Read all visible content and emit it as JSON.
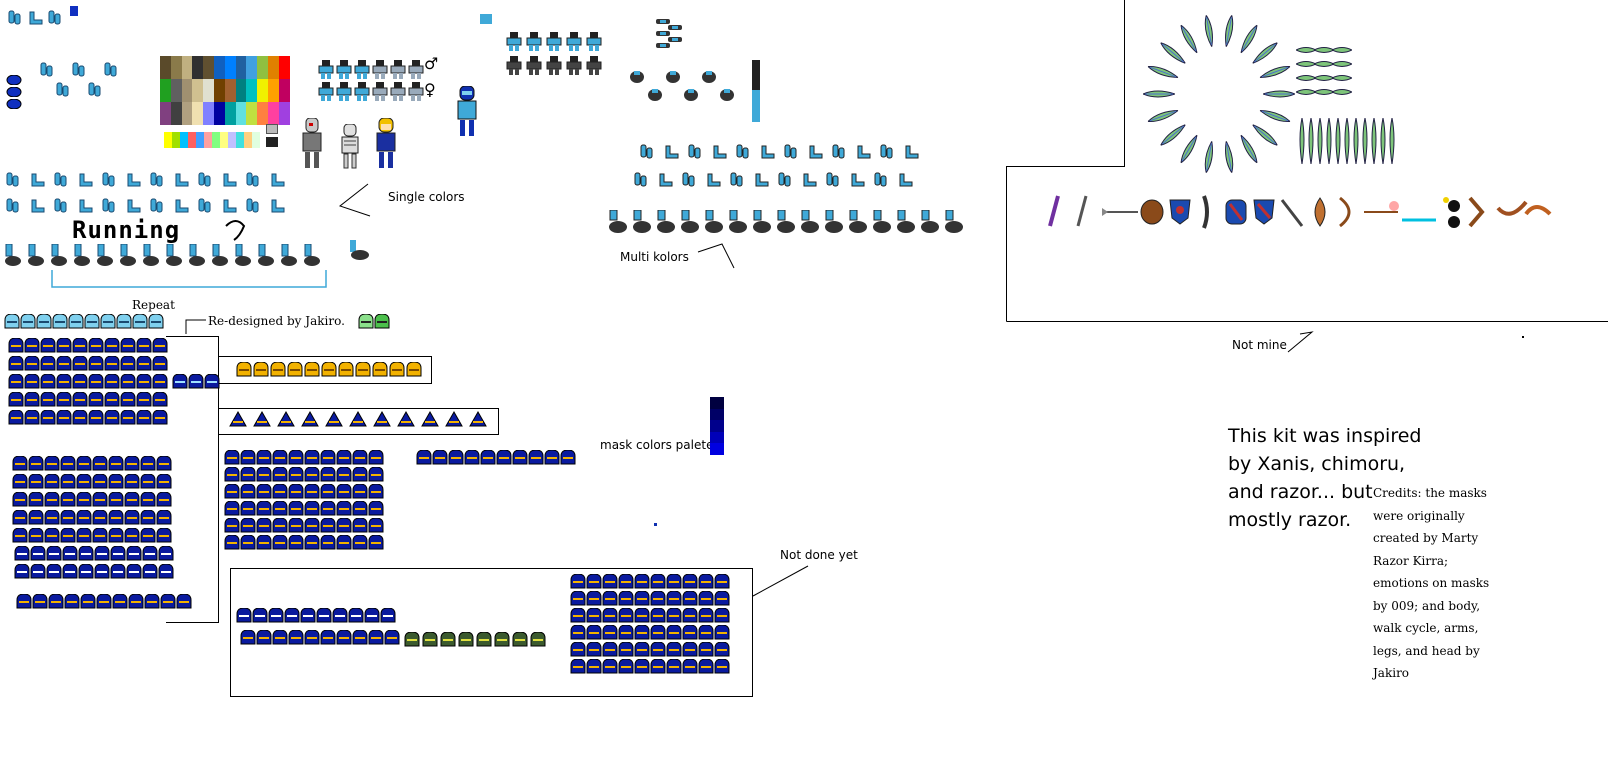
{
  "labels": {
    "single_colors": "Single colors",
    "running": "Running",
    "repeat": "Repeat",
    "redesigned": "Re-designed by Jakiro.",
    "multi_kolors": "Multi kolors",
    "mask_palette": "mask  colors palete",
    "not_done": "Not done yet",
    "not_mine": "Not mine",
    "inspired": [
      "This kit was inspired",
      "by Xanis, chimoru,",
      "and razor... but",
      "mostly razor."
    ],
    "credits": [
      "Credits: the masks",
      "were originally",
      "created by Marty",
      "Razor Kirra;",
      "emotions on masks",
      "by 009; and body,",
      "walk cycle, arms,",
      "legs, and head by",
      "Jakiro"
    ],
    "male_symbol": "♂",
    "female_symbol": "♀"
  },
  "colors": {
    "cyan": "#3fa9d8",
    "light_cyan": "#7fd0ee",
    "dark_blue": "#0a1a9e",
    "navy": "#06105c",
    "gold": "#f2b200",
    "leaf_green": "#7ec57a",
    "leaf_blue": "#4a6fd0",
    "gray": "#555555"
  },
  "palette": {
    "main": [
      "#5a4a2a",
      "#8a7a4a",
      "#c0b080",
      "#303030",
      "#605030",
      "#1060c0",
      "#0080ff",
      "#2060a0",
      "#40a0e0",
      "#90c040",
      "#e08000",
      "#ff0000",
      "#20a020",
      "#606060",
      "#a09070",
      "#d0c090",
      "#e0e0d0",
      "#704000",
      "#a06030",
      "#008080",
      "#00c0c0",
      "#f0f000",
      "#ffa000",
      "#c00060",
      "#804080",
      "#404040",
      "#b0a080",
      "#f0e0b0",
      "#8080ff",
      "#0000a0",
      "#00a0a0",
      "#60e0e0",
      "#c0e040",
      "#ff8040",
      "#ff40a0",
      "#a040e0"
    ],
    "strip": [
      "#ffff00",
      "#a0e000",
      "#00c0ff",
      "#ff6060",
      "#40a0ff",
      "#ffa0a0",
      "#80ff80",
      "#ffff80",
      "#c0c0ff",
      "#40e0e0",
      "#ffd080",
      "#e0ffe0"
    ],
    "mask": [
      "#000040",
      "#000066",
      "#00008c",
      "#0000b8",
      "#0000e0"
    ]
  }
}
